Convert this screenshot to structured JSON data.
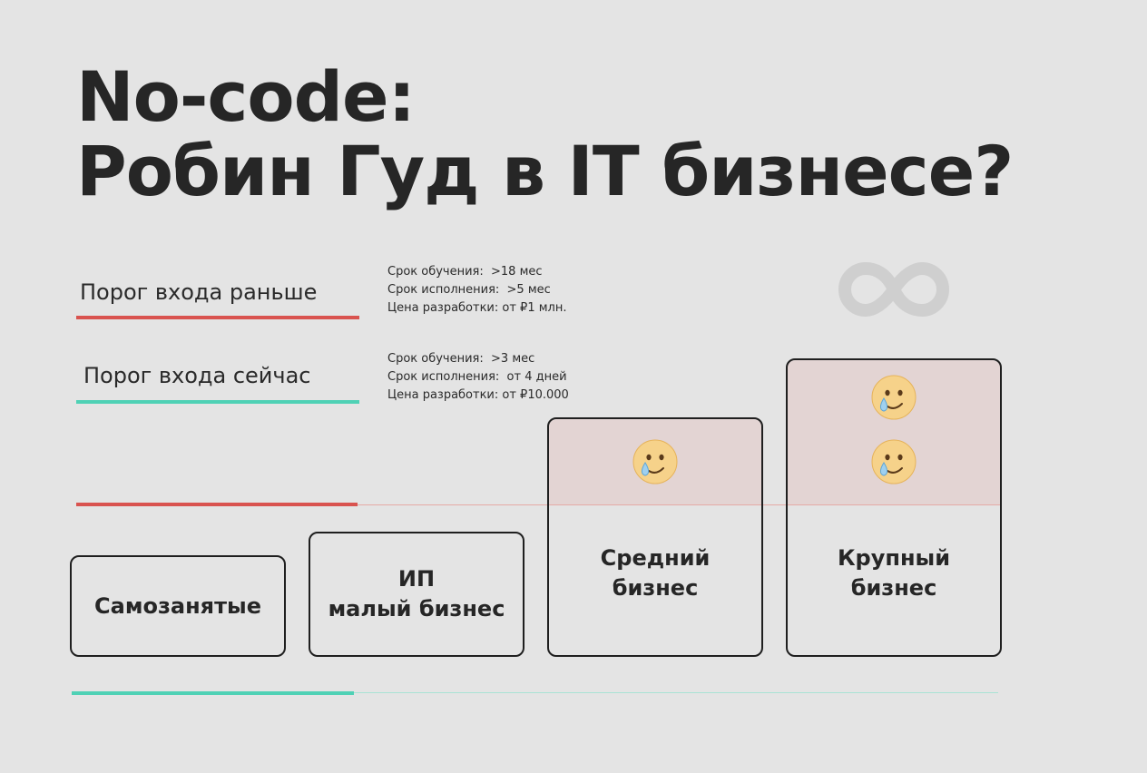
{
  "title": {
    "line1": "No-code:",
    "line2": "Робин Гуд в IT бизнесе?"
  },
  "thresholds": {
    "before": {
      "label": "Порог входа раньше",
      "color": "#d9534f",
      "specs": [
        "Срок обучения:  >18 мес",
        "Срок исполнения:  >5 мес",
        "Цена разработки: от ₽1 млн."
      ]
    },
    "now": {
      "label": "Порог входа сейчас",
      "color": "#4fd1b5",
      "specs": [
        "Срок обучения:  >3 мес",
        "Срок исполнения:  от 4 дней",
        "Цена разработки: от ₽10.000"
      ]
    }
  },
  "segments": [
    {
      "line1": "Самозанятые",
      "line2": ""
    },
    {
      "line1": "ИП",
      "line2": "малый бизнес"
    },
    {
      "line1": "Средний",
      "line2": "бизнес"
    },
    {
      "line1": "Крупный",
      "line2": "бизнес"
    }
  ],
  "icons": {
    "logo": "infinity-logo-icon",
    "emoji": "face-holding-back-tears-icon"
  }
}
